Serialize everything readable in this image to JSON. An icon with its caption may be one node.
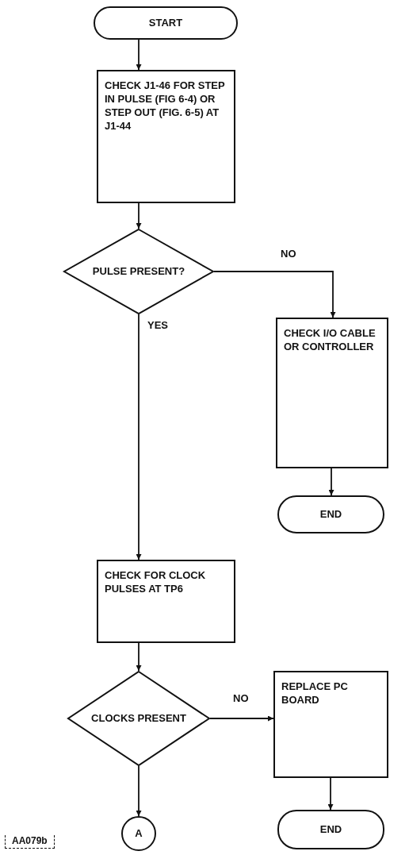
{
  "diagram": {
    "nodes": [
      {
        "text": [
          "START"
        ]
      },
      {
        "text": [
          "CHECK J1-46 FOR STEP IN PULSE (FIG 6-4) OR STEP OUT (FIG. 6-5) AT J1-44"
        ]
      },
      {
        "text": [
          "PULSE PRESENT?"
        ]
      },
      {
        "text": [
          "CHECK I/O CABLE OR CONTROLLER"
        ]
      },
      {
        "text": [
          "END"
        ]
      },
      {
        "text": [
          "CHECK FOR CLOCK PULSES AT TP6"
        ]
      },
      {
        "text": [
          "CLOCKS PRESENT"
        ]
      },
      {
        "text": [
          "REPLACE PC BOARD"
        ]
      },
      {
        "text": [
          "END"
        ]
      },
      {
        "text": [
          "A"
        ]
      }
    ],
    "edges": [
      {
        "from": 0,
        "to": 1,
        "arrow": "to"
      },
      {
        "from": 1,
        "to": 2,
        "arrow": "to"
      },
      {
        "from": 2,
        "to": 3,
        "arrow": "to",
        "label": "NO"
      },
      {
        "from": 3,
        "to": 4,
        "arrow": "to"
      },
      {
        "from": 2,
        "to": 5,
        "arrow": "to",
        "label": "YES"
      },
      {
        "from": 5,
        "to": 6,
        "arrow": "to"
      },
      {
        "from": 6,
        "to": 7,
        "arrow": "to",
        "label": "NO"
      },
      {
        "from": 7,
        "to": 8,
        "arrow": "to"
      },
      {
        "from": 6,
        "to": 9,
        "arrow": "to"
      }
    ],
    "labels": [
      "AA079b"
    ]
  }
}
